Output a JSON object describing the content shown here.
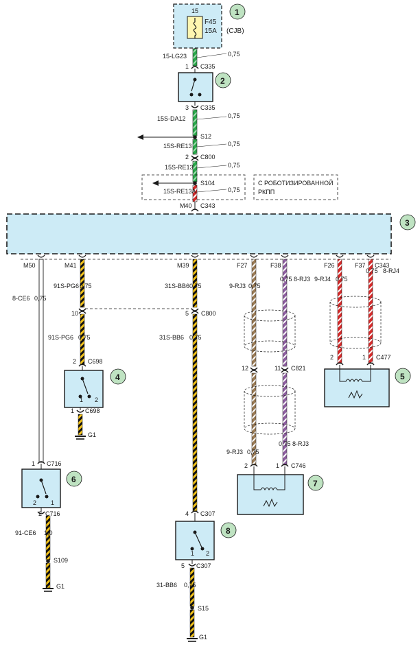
{
  "fuse": {
    "pin": "15",
    "name": "F45",
    "rating": "15A",
    "block": "(CJB)"
  },
  "callouts": [
    "1",
    "2",
    "3",
    "4",
    "5",
    "6",
    "7",
    "8"
  ],
  "notes": {
    "robotized": [
      "С РОБОТИЗИРОВАННОЙ",
      "РКПП"
    ]
  },
  "ground": "G1",
  "labels": {
    "w_15lg23": "15-LG23",
    "s075_a": "0,75",
    "c335_1_pin": "1",
    "c335_1": "C335",
    "c335_3_pin": "3",
    "c335_3": "C335",
    "w_15sda12": "15S-DA12",
    "s075_b": "0,75",
    "s12": "S12",
    "w_15sre13_a": "15S-RE13",
    "s075_c": "0,75",
    "c800_top_pin": "2",
    "c800_top": "C800",
    "w_15sre13_b": "15S-RE13",
    "s075_d": "0,75",
    "s104": "S104",
    "w_15sre13a": "15S-RE13A",
    "s075_e": "0,75",
    "m40": "M40",
    "c343_top": "C343",
    "m50": "M50",
    "m41": "M41",
    "m39": "M39",
    "f27": "F27",
    "f38": "F38",
    "f26": "F26",
    "f37": "F37",
    "c343_bot": "C343",
    "w_8ce6": "8-CE6",
    "s075_f": "0,75",
    "w_91spg6_a": "91S-PG6",
    "s075_g": "0,75",
    "w_31sbb6_a": "31S-BB6",
    "s075_h": "0,75",
    "w_9rj3_a": "9-RJ3",
    "s075_i": "0,75",
    "s075_j": "0,75",
    "w_8rj3_a": "8-RJ3",
    "w_9rj4": "9-RJ4",
    "s075_k": "0,75",
    "s075_l": "0,75",
    "w_8rj4": "8-RJ4",
    "c800_mid_pin10": "10",
    "c800_mid_pin5": "5",
    "c800_mid": "C800",
    "w_91spg6_b": "91S-PG6",
    "s075_m": "0,75",
    "w_31sbb6_b": "31S-BB6",
    "s075_n": "0,75",
    "c698_top_pin": "2",
    "c698_top": "C698",
    "c698_bot_pin": "1",
    "c698_bot": "C698",
    "c477_pin2": "2",
    "c477_pin1": "1",
    "c477": "C477",
    "c821_pin12": "12",
    "c821_pin11": "11",
    "c821": "C821",
    "w_9rj3_b": "9-RJ3",
    "s075_o": "0,75",
    "s075_p": "0,75",
    "w_8rj3_b": "8-RJ3",
    "c746_pin2": "2",
    "c746_pin1": "1",
    "c746": "C746",
    "c716_top_pin": "1",
    "c716_top": "C716",
    "c716_bot_pin": "2",
    "c716_bot": "C716",
    "w_91ce6": "91-CE6",
    "s10": "1,0",
    "s109": "S109",
    "c307_top_pin": "4",
    "c307_top": "C307",
    "c307_bot_pin": "5",
    "c307_bot": "C307",
    "w_31bb6": "31-BB6",
    "s075_q": "0,75",
    "s15": "S15",
    "sw_1": "1",
    "sw_2": "2"
  },
  "colors": {
    "module_fill": "#cdebf6",
    "green": "#2aa84a",
    "red": "#d52b2b",
    "brown": "#9a7b55",
    "violet": "#8e5fa0",
    "yellow": "#f2c21a",
    "callout_fill": "#bfe3c2"
  }
}
